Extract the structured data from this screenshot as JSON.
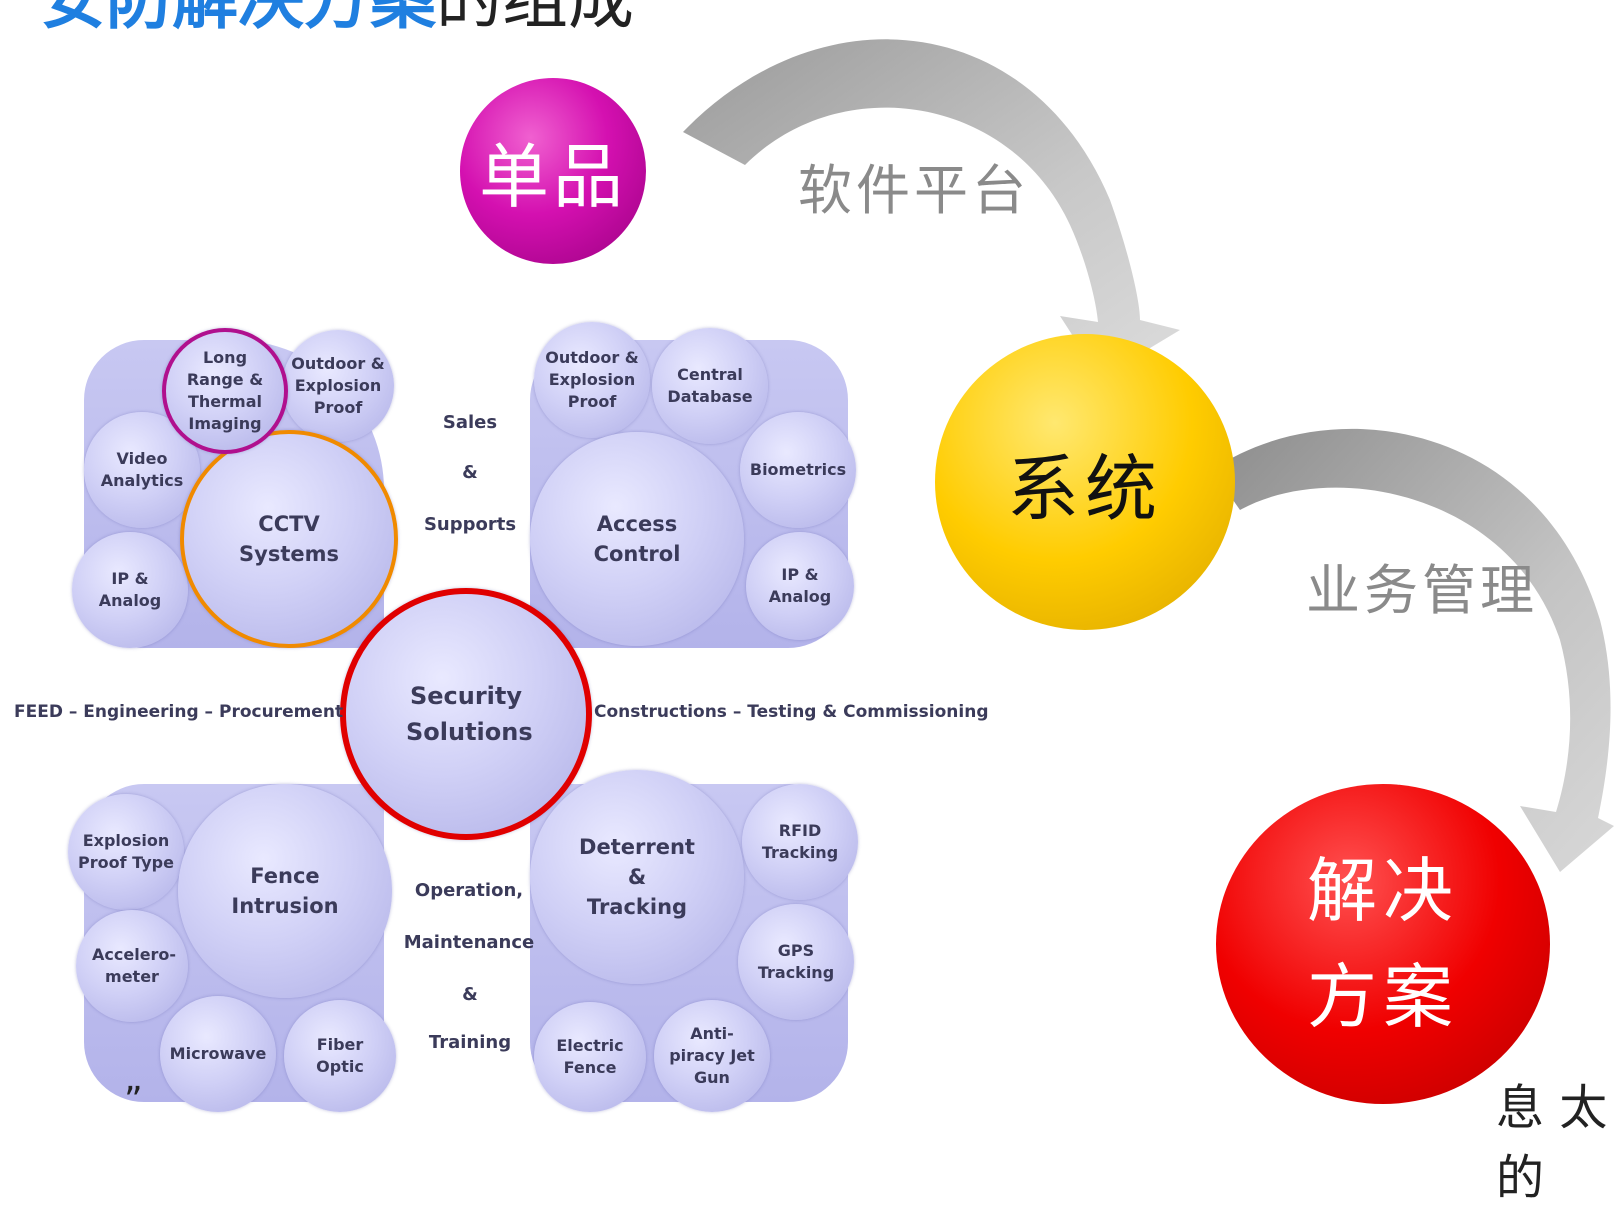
{
  "title": {
    "highlight": "安防解决方案",
    "rest": "的组成"
  },
  "flow": {
    "product": "单品",
    "system": "系统",
    "solution_line1": "解决",
    "solution_line2": "方案",
    "step1_label": "软件平台",
    "step2_label": "业务管理"
  },
  "diagram": {
    "cctv": {
      "center": "CCTV Systems",
      "long_range": "Long Range & Thermal Imaging",
      "outdoor": "Outdoor & Explosion Proof",
      "video": "Video Analytics",
      "ip": "IP & Analog"
    },
    "access": {
      "center": "Access Control",
      "outdoor": "Outdoor & Explosion Proof",
      "database": "Central Database",
      "biometrics": "Biometrics",
      "ip": "IP & Analog"
    },
    "fence": {
      "center": "Fence Intrusion",
      "explosion": "Explosion Proof Type",
      "accel": "Accelero-meter",
      "microwave": "Microwave",
      "fiber": "Fiber Optic"
    },
    "deterrent": {
      "center": "Deterrent & Tracking",
      "rfid": "RFID Tracking",
      "gps": "GPS Tracking",
      "antipiracy": "Anti-piracy Jet Gun",
      "electric": "Electric Fence"
    },
    "security": "Security Solutions",
    "sales": {
      "line1": "Sales",
      "line2": "&",
      "line3": "Supports"
    },
    "operation": {
      "line1": "Operation,",
      "line2": "Maintenance",
      "line3": "&",
      "line4": "Training"
    },
    "feed": "FEED – Engineering – Procurement",
    "constructions": "Constructions – Testing & Commissioning"
  },
  "colors": {
    "title_blue": "#1f7fe0",
    "product": "#d410b0",
    "system": "#ffcc00",
    "solution": "#f00000",
    "ring_purple": "#b0108e",
    "ring_orange": "#f08a00",
    "ring_red": "#e00000"
  },
  "icons": {
    "arrows": "curved-arrow-icon"
  },
  "footer": {
    "tick": "”",
    "watermark": "息 太 的"
  }
}
